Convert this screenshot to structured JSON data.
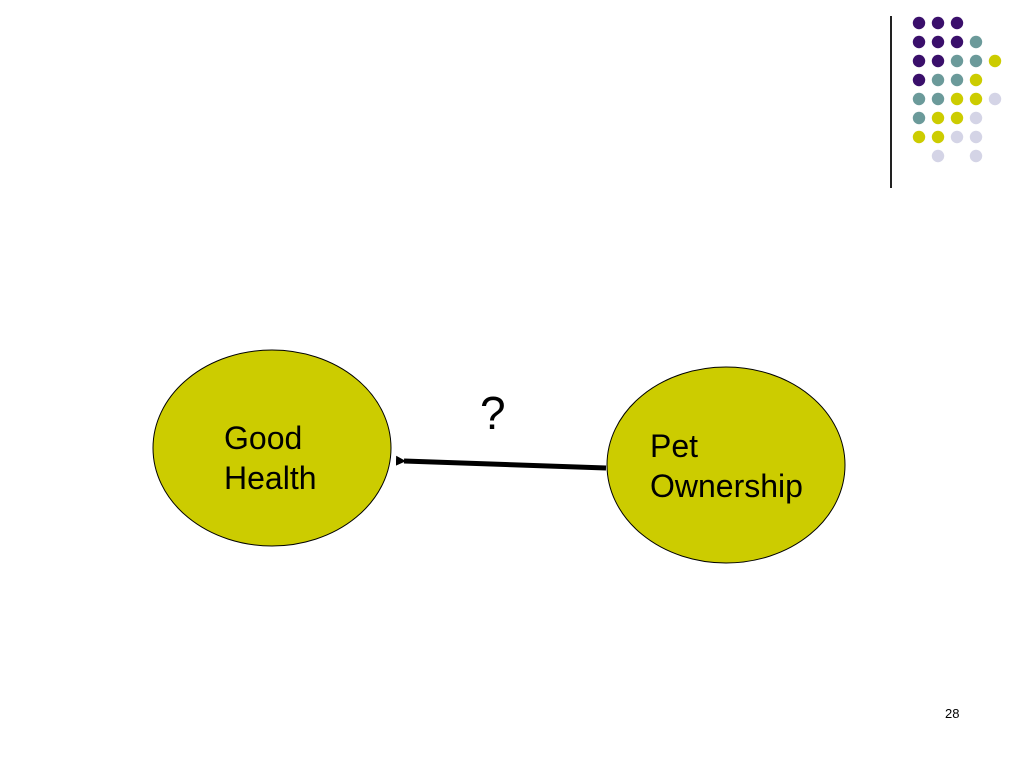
{
  "theme": {
    "colors": {
      "purple": "#3a0f6b",
      "teal": "#6b9a9a",
      "olive": "#cccc00",
      "lavender": "#d4d4e6",
      "node_fill": "#cccc00",
      "outline": "#000000",
      "arrow": "#000000"
    }
  },
  "diagram": {
    "nodes": [
      {
        "id": "good-health",
        "line1": "Good",
        "line2": "Health"
      },
      {
        "id": "pet-ownership",
        "line1": "Pet",
        "line2": "Ownership"
      }
    ],
    "edges": [
      {
        "from": "pet-ownership",
        "to": "good-health",
        "label": "?"
      }
    ]
  },
  "footer": {
    "slide_number": "28"
  }
}
